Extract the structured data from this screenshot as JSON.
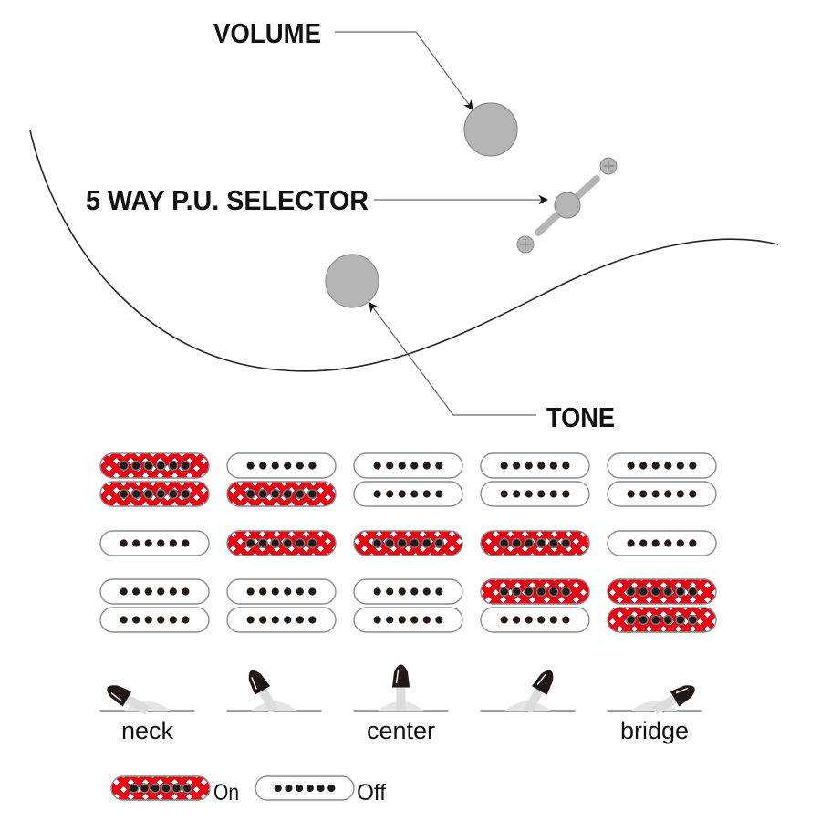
{
  "labels": {
    "volume": "VOLUME",
    "selector": "5 WAY P.U. SELECTOR",
    "tone": "TONE"
  },
  "colors": {
    "on_red": "#e60012",
    "knob_gray": "#b5b5b5",
    "outline": "#8a8a8a",
    "pole": "#231815",
    "switch_tip": "#231815",
    "switch_base": "#e5e5e5"
  },
  "positions": [
    {
      "name": "position-1",
      "label": "neck",
      "lever": -2,
      "neck": [
        true,
        true
      ],
      "middle": false,
      "bridge": [
        false,
        false
      ]
    },
    {
      "name": "position-2",
      "label": "",
      "lever": -1,
      "neck": [
        false,
        true
      ],
      "middle": true,
      "bridge": [
        false,
        false
      ]
    },
    {
      "name": "position-3",
      "label": "center",
      "lever": 0,
      "neck": [
        false,
        false
      ],
      "middle": true,
      "bridge": [
        false,
        false
      ]
    },
    {
      "name": "position-4",
      "label": "",
      "lever": 1,
      "neck": [
        false,
        false
      ],
      "middle": true,
      "bridge": [
        true,
        false
      ]
    },
    {
      "name": "position-5",
      "label": "bridge",
      "lever": 2,
      "neck": [
        false,
        false
      ],
      "middle": false,
      "bridge": [
        true,
        true
      ]
    }
  ],
  "legend": {
    "on_label": "On",
    "off_label": "Off"
  }
}
